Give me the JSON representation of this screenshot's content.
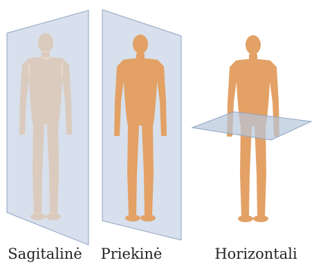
{
  "planes": [
    {
      "key": "sagittal",
      "caption": "Sagitalinė"
    },
    {
      "key": "frontal",
      "caption": "Priekinė"
    },
    {
      "key": "horizontal",
      "caption": "Horizontali"
    }
  ],
  "colors": {
    "skin": "#e3a166",
    "skin_shadow": "#b56a35",
    "plane_fill": "#b7c6dc",
    "plane_edge": "#8ea3c2"
  }
}
